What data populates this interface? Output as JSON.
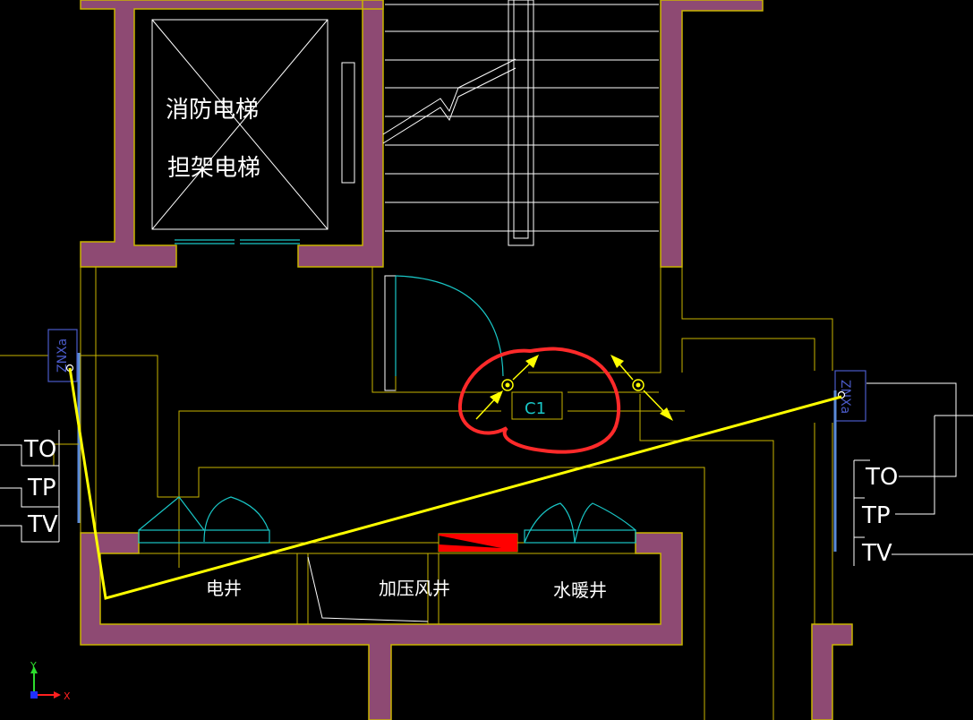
{
  "rooms": {
    "fire_elevator": "消防电梯",
    "stretcher_elevator": "担架电梯",
    "electric_shaft": "电井",
    "pressurized_air_shaft": "加压风井",
    "water_heating_shaft": "水暖井"
  },
  "door_label": "C1",
  "panels": {
    "left": {
      "tag": "ZNXa",
      "outlets": [
        "TO",
        "TP",
        "TV"
      ]
    },
    "right": {
      "tag": "ZNXa",
      "outlets": [
        "TO",
        "TP",
        "TV"
      ]
    }
  },
  "ucs": {
    "x_label": "X",
    "y_label": "Y"
  },
  "colors": {
    "background": "#000000",
    "wall_fill": "#8e4a73",
    "outline": "#c8b400",
    "cyan": "#19c6c6",
    "wire": "#ffff00",
    "markup": "#ff2a2a",
    "red_block": "#ff0000"
  }
}
